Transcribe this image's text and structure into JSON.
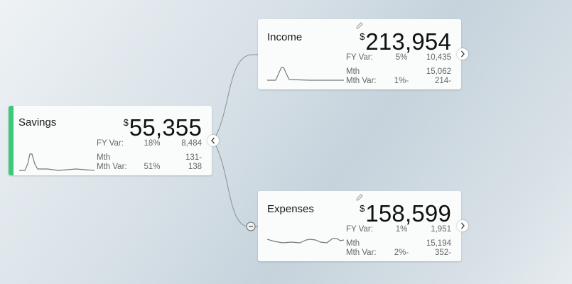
{
  "nodes": {
    "savings": {
      "title": "Savings",
      "currency": "$",
      "amount": "55,355",
      "accent_color": "#3ec97a",
      "fy_var_label": "FY Var:",
      "fy_var_pct": "18%",
      "fy_var_value": "8,484",
      "mth_label": "Mth",
      "mth_value": "131-",
      "mth_var_label": "Mth Var:",
      "mth_var_pct": "51%",
      "mth_var_value": "138"
    },
    "income": {
      "title": "Income",
      "currency": "$",
      "amount": "213,954",
      "fy_var_label": "FY Var:",
      "fy_var_pct": "5%",
      "fy_var_value": "10,435",
      "mth_label": "Mth",
      "mth_value": "15,062",
      "mth_var_label": "Mth Var:",
      "mth_var_pct": "1%-",
      "mth_var_value": "214-"
    },
    "expenses": {
      "title": "Expenses",
      "currency": "$",
      "amount": "158,599",
      "fy_var_label": "FY Var:",
      "fy_var_pct": "1%",
      "fy_var_value": "1,951",
      "mth_label": "Mth",
      "mth_value": "15,194",
      "mth_var_label": "Mth Var:",
      "mth_var_pct": "2%-",
      "mth_var_value": "352-"
    }
  },
  "icons": {
    "collapse": "chevron-left-icon",
    "expand": "chevron-right-icon",
    "edit": "pencil-icon",
    "minus": "minus-circle-icon"
  }
}
